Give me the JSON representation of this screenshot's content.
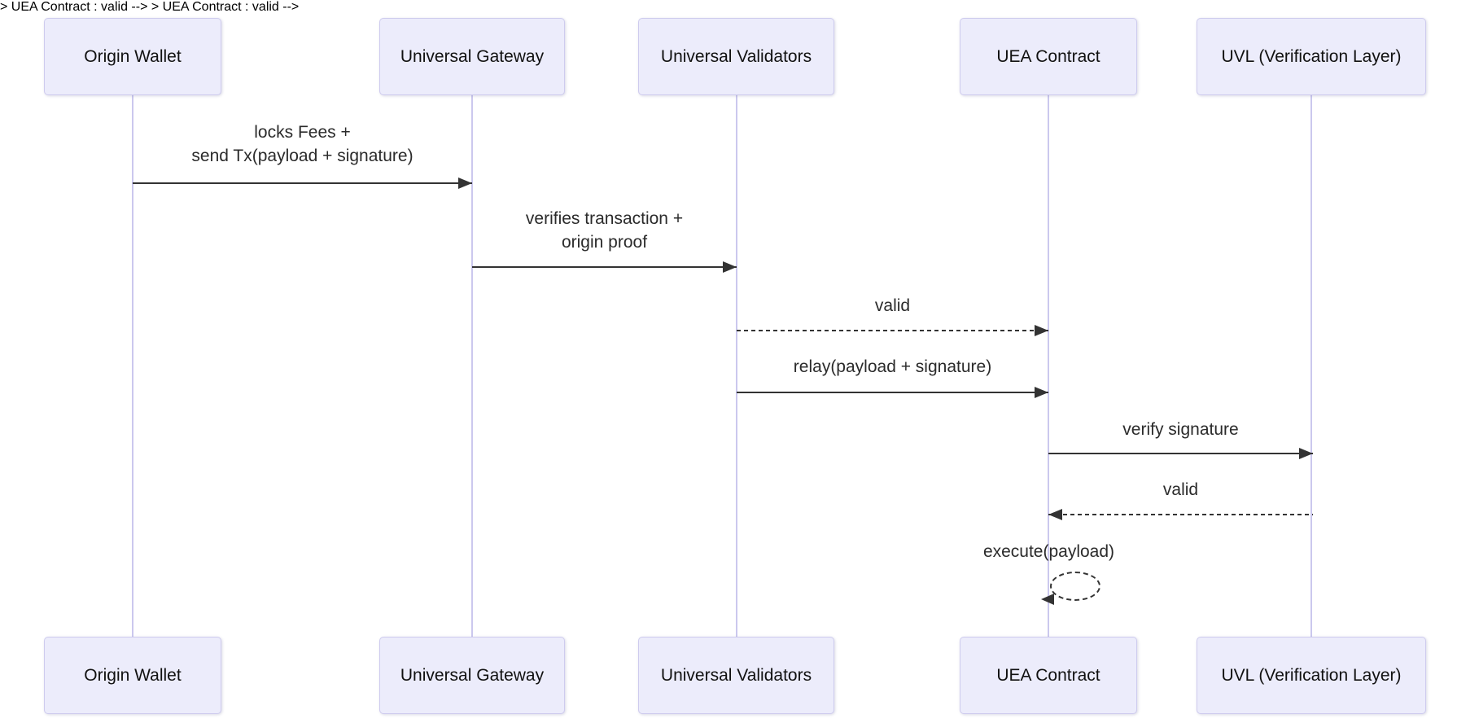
{
  "diagram": {
    "type": "sequence-diagram",
    "background_color": "#ffffff",
    "colors": {
      "actor_fill": "#ececfb",
      "actor_border": "#cecbee",
      "actor_text": "#111111",
      "lifeline": "#cbc8ee",
      "message_line": "#333333",
      "message_text": "#2b2b2b"
    },
    "actors": [
      {
        "name": "Origin Wallet"
      },
      {
        "name": "Universal Gateway"
      },
      {
        "name": "Universal Validators"
      },
      {
        "name": "UEA Contract"
      },
      {
        "name": "UVL (Verification Layer)"
      }
    ],
    "messages": [
      {
        "from": "Origin Wallet",
        "to": "Universal Gateway",
        "line1": "locks Fees +",
        "line2": "send Tx(payload + signature)",
        "line_style": "solid",
        "direction": "right"
      },
      {
        "from": "Universal Gateway",
        "to": "Universal Validators",
        "line1": "verifies transaction +",
        "line2": "origin proof",
        "line_style": "solid",
        "direction": "right"
      },
      {
        "from": "Universal Validators",
        "to": "UEA Contract",
        "line1": "valid",
        "line_style": "dashed",
        "direction": "right"
      },
      {
        "from": "Universal Validators",
        "to": "UEA Contract",
        "line1": "relay(payload + signature)",
        "line_style": "solid",
        "direction": "right"
      },
      {
        "from": "UEA Contract",
        "to": "UVL (Verification Layer)",
        "line1": "verify signature",
        "line_style": "solid",
        "direction": "right"
      },
      {
        "from": "UVL (Verification Layer)",
        "to": "UEA Contract",
        "line1": "valid",
        "line_style": "dashed",
        "direction": "left"
      },
      {
        "from": "UEA Contract",
        "to": "UEA Contract",
        "line1": "execute(payload)",
        "line_style": "dashed",
        "direction": "self"
      }
    ]
  }
}
